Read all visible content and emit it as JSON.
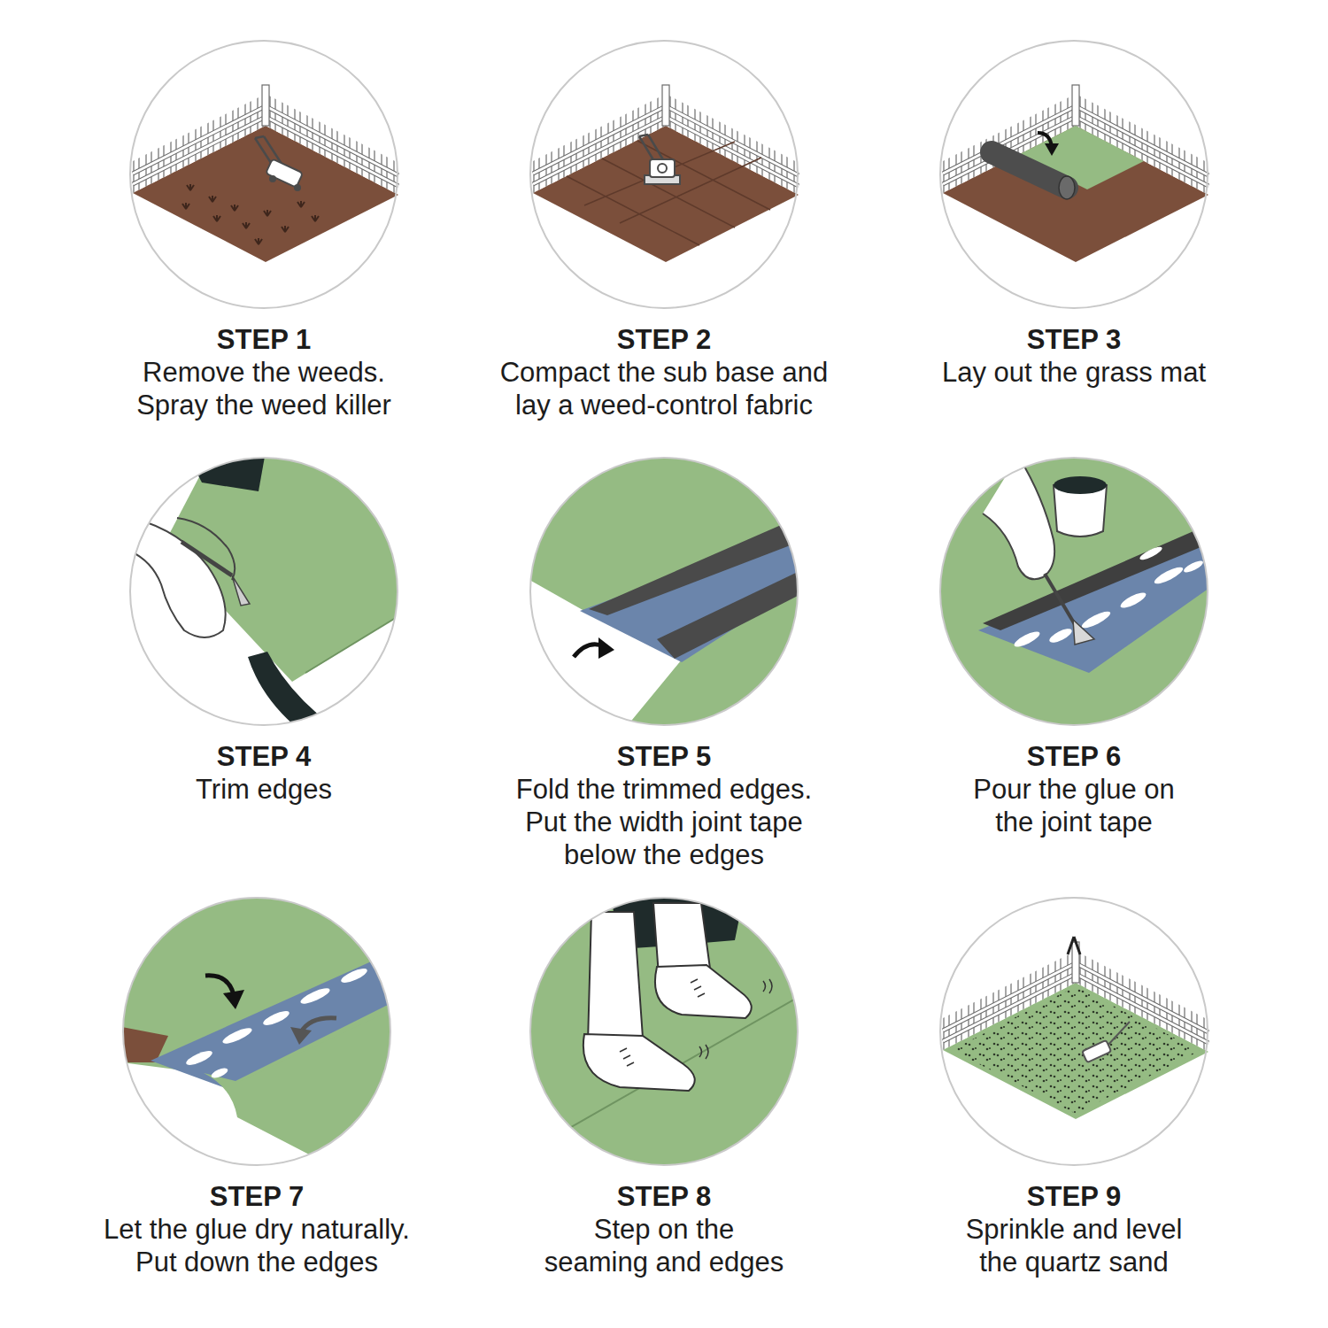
{
  "diagram": {
    "nodes": [
      {
        "text": [
          "STEP 1",
          "Remove the weeds. Spray the weed killer"
        ]
      },
      {
        "text": [
          "STEP 2",
          "Compact the sub base and lay a weed-control fabric"
        ]
      },
      {
        "text": [
          "STEP 3",
          "Lay out the grass mat"
        ]
      },
      {
        "text": [
          "STEP 4",
          "Trim edges"
        ]
      },
      {
        "text": [
          "STEP 5",
          "Fold the trimmed edges. Put the width joint tape below the edges"
        ]
      },
      {
        "text": [
          "STEP 6",
          "Pour the glue on the joint tape"
        ]
      },
      {
        "text": [
          "STEP 7",
          "Let the glue dry naturally. Put down the edges"
        ]
      },
      {
        "text": [
          "STEP 8",
          "Step on the seaming and edges"
        ]
      },
      {
        "text": [
          "STEP 9",
          "Sprinkle and level the quartz sand"
        ]
      }
    ]
  }
}
